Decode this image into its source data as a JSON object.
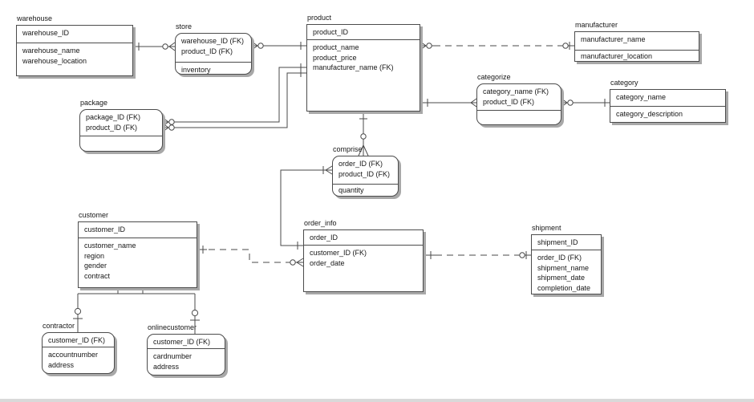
{
  "diagram": {
    "type": "entity-relationship-diagram",
    "notation": "crow's foot (IE)",
    "colors": {
      "background": "#ffffff",
      "line": "#4a4a4a",
      "box_border": "#4c4c4c",
      "box_fill": "#ffffff",
      "box_shadow": "#a8a8a8",
      "text": "#161616"
    }
  },
  "entities": {
    "warehouse": {
      "title": "warehouse",
      "keys": [
        "warehouse_ID"
      ],
      "attrs": [
        "warehouse_name",
        "warehouse_location"
      ]
    },
    "store": {
      "title": "store",
      "keys": [
        "warehouse_ID (FK)",
        "product_ID (FK)"
      ],
      "attrs": [
        "inventory"
      ]
    },
    "product": {
      "title": "product",
      "keys": [
        "product_ID"
      ],
      "attrs": [
        "product_name",
        "product_price",
        "manufacturer_name (FK)"
      ]
    },
    "manufacturer": {
      "title": "manufacturer",
      "keys": [
        "manufacturer_name"
      ],
      "attrs": [
        "manufacturer_location"
      ]
    },
    "categorize": {
      "title": "categorize",
      "keys": [
        "category_name (FK)",
        "product_ID (FK)"
      ],
      "attrs": []
    },
    "category": {
      "title": "category",
      "keys": [
        "category_name"
      ],
      "attrs": [
        "category_description"
      ]
    },
    "package": {
      "title": "package",
      "keys": [
        "package_ID (FK)",
        "product_ID (FK)"
      ],
      "attrs": []
    },
    "comprise": {
      "title": "comprise",
      "keys": [
        "order_ID (FK)",
        "product_ID (FK)"
      ],
      "attrs": [
        "quantity"
      ]
    },
    "customer": {
      "title": "customer",
      "keys": [
        "customer_ID"
      ],
      "attrs": [
        "customer_name",
        "region",
        "gender",
        "contract"
      ]
    },
    "order_info": {
      "title": "order_info",
      "keys": [
        "order_ID"
      ],
      "attrs": [
        "customer_ID (FK)",
        "order_date"
      ]
    },
    "shipment": {
      "title": "shipment",
      "keys": [
        "shipment_ID"
      ],
      "attrs": [
        "order_ID (FK)",
        "shipment_name",
        "shipment_date",
        "completion_date"
      ]
    },
    "contractor": {
      "title": "contractor",
      "keys": [
        "customer_ID (FK)"
      ],
      "attrs": [
        "accountnumber",
        "address"
      ]
    },
    "onlinecustomer": {
      "title": "onlinecustomer",
      "keys": [
        "customer_ID (FK)"
      ],
      "attrs": [
        "cardnumber",
        "address"
      ]
    }
  },
  "relationships": [
    {
      "from": "warehouse",
      "to": "store",
      "line": "solid"
    },
    {
      "from": "store",
      "to": "product",
      "line": "solid"
    },
    {
      "from": "product",
      "to": "manufacturer",
      "line": "dashed"
    },
    {
      "from": "product",
      "to": "categorize",
      "line": "solid"
    },
    {
      "from": "categorize",
      "to": "category",
      "line": "solid"
    },
    {
      "from": "package",
      "to": "product",
      "line": "solid"
    },
    {
      "from": "package",
      "to": "product",
      "line": "solid"
    },
    {
      "from": "product",
      "to": "comprise",
      "line": "solid"
    },
    {
      "from": "order_info",
      "to": "comprise",
      "line": "solid"
    },
    {
      "from": "customer",
      "to": "order_info",
      "line": "dashed"
    },
    {
      "from": "order_info",
      "to": "shipment",
      "line": "dashed"
    },
    {
      "from": "customer",
      "to": "contractor",
      "line": "solid"
    },
    {
      "from": "customer",
      "to": "onlinecustomer",
      "line": "solid"
    }
  ]
}
